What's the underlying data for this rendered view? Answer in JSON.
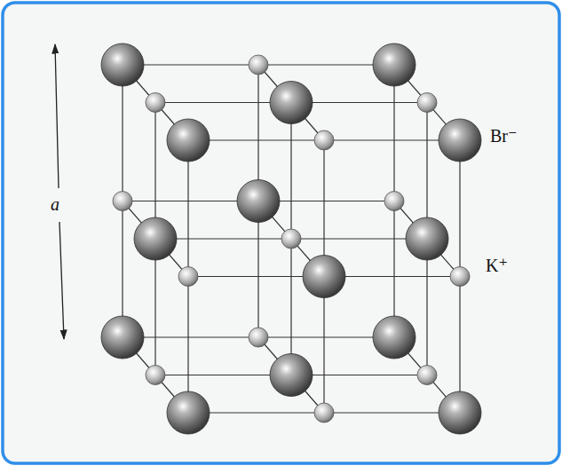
{
  "diagram": {
    "labels": [
      "a",
      "Br⁻",
      "K⁺"
    ]
  }
}
